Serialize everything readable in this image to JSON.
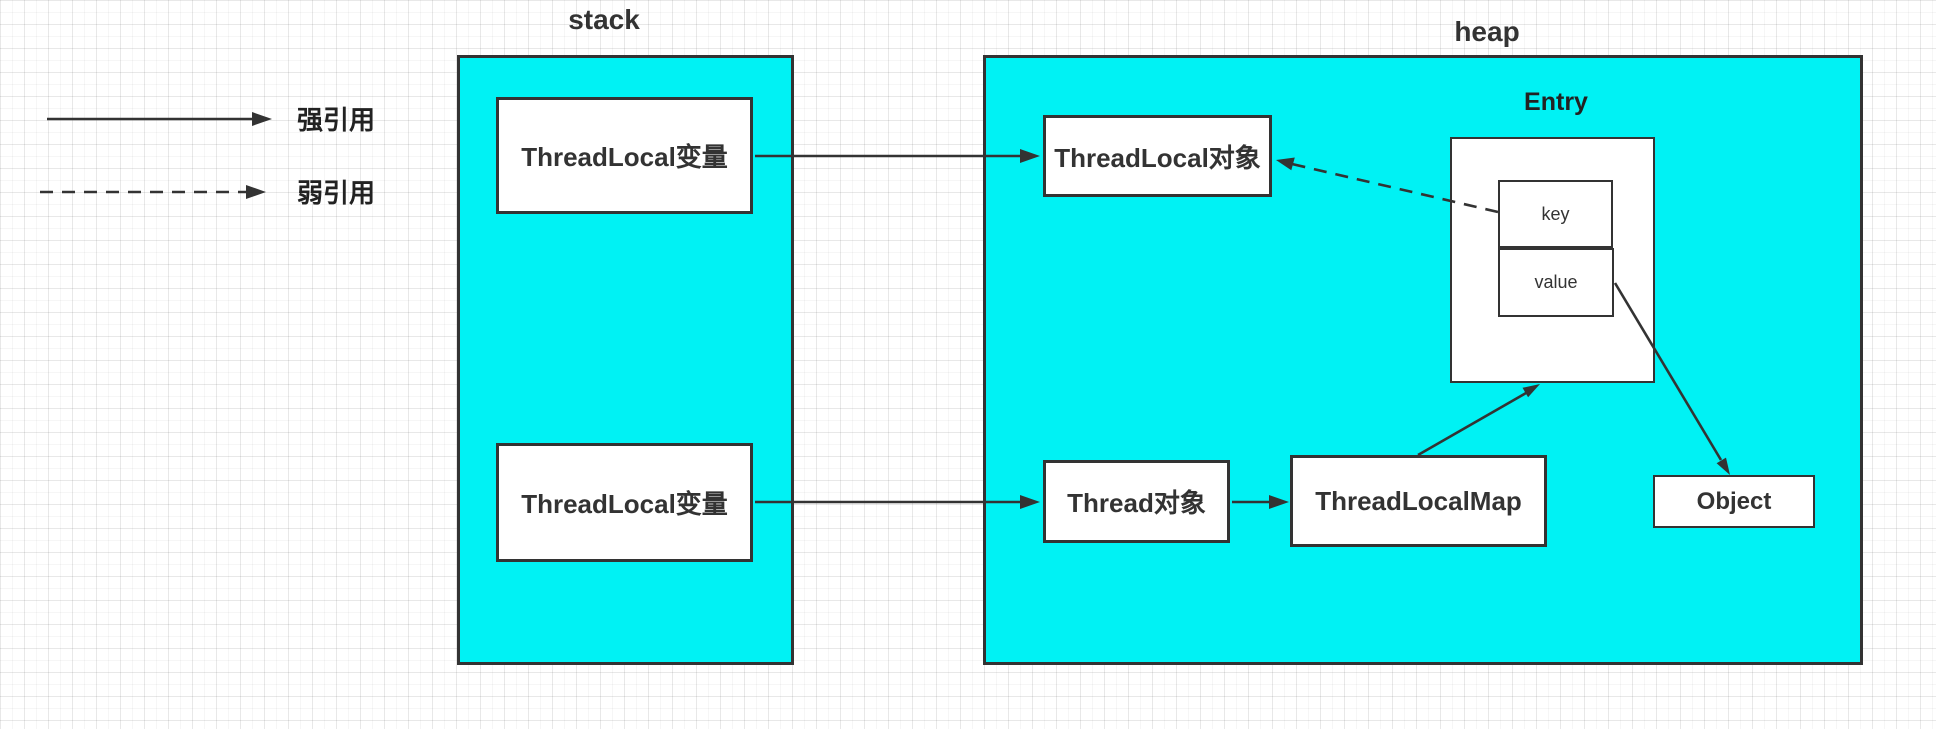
{
  "diagram": {
    "legend": {
      "strong_label": "强引用",
      "weak_label": "弱引用"
    },
    "stack": {
      "title": "stack",
      "var_top": "ThreadLocal变量",
      "var_bottom": "ThreadLocal变量"
    },
    "heap": {
      "title": "heap",
      "threadlocal_object": "ThreadLocal对象",
      "entry": {
        "title": "Entry",
        "key": "key",
        "value": "value"
      },
      "thread_object": "Thread对象",
      "threadlocal_map": "ThreadLocalMap",
      "object": "Object"
    },
    "colors": {
      "region_fill": "#00f2f4",
      "stroke": "#333333",
      "text": "#333333"
    }
  }
}
